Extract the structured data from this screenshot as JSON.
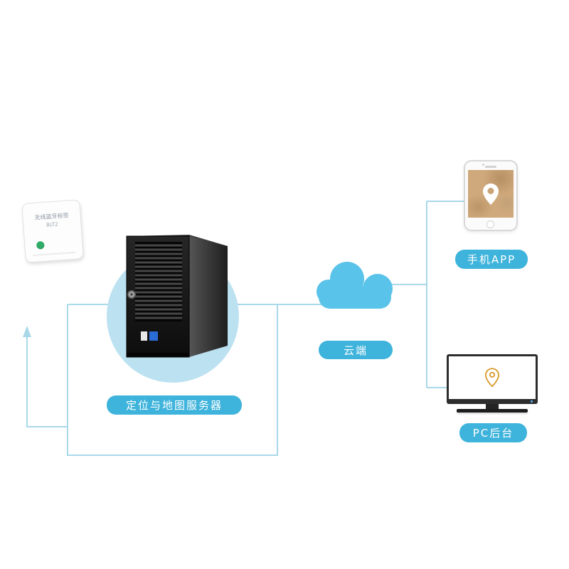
{
  "diagram": {
    "tag": {
      "title": "无线蓝牙标签",
      "model": "BLT2"
    },
    "server_label": "定位与地图服务器",
    "cloud_label": "云端",
    "phone_label": "手机APP",
    "pc_label": "PC后台",
    "colors": {
      "badge_bg": "#3eb3db",
      "cloud_fill": "#5ac3e9",
      "connector_line": "#a9d8e9",
      "halo_circle": "#bce1f1",
      "tag_led_green": "#2fae69",
      "map_pin_gold": "#d99a2b"
    }
  }
}
